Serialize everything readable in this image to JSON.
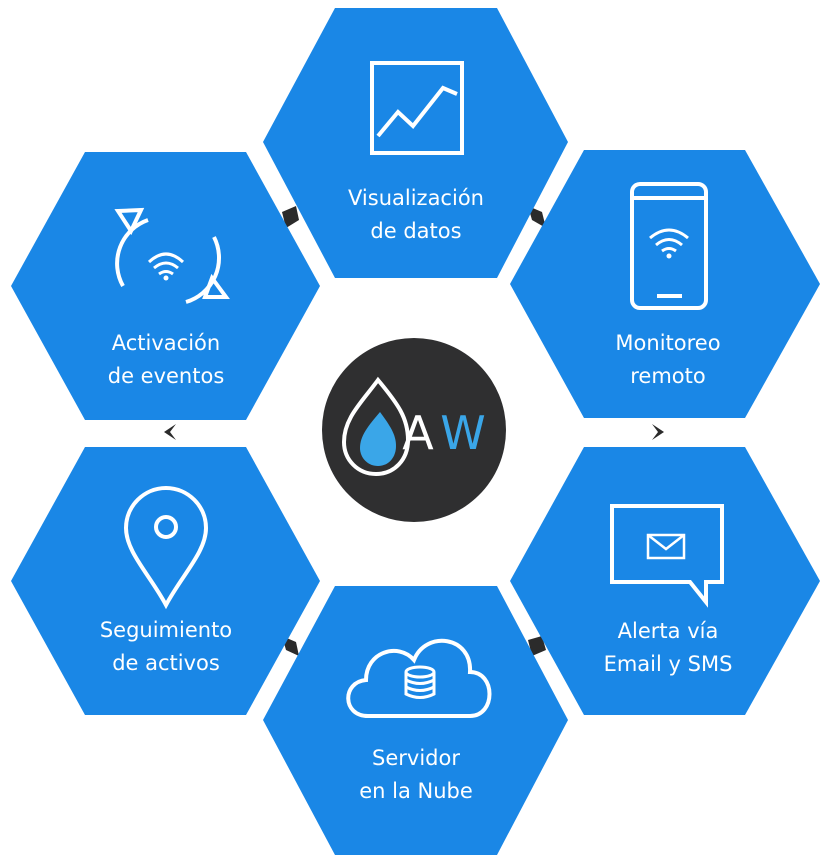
{
  "colors": {
    "hex_blue": "#1a87e6",
    "connector": "#2b2b2b",
    "logo_bg": "#2f2f30",
    "logo_drop": "#3aa6e8",
    "icon_stroke": "#ffffff"
  },
  "logo": {
    "letter_a": "A",
    "letter_w": "W"
  },
  "nodes": [
    {
      "id": "visualization",
      "icon": "line-chart-icon",
      "lines": [
        "Visualización",
        "de datos"
      ]
    },
    {
      "id": "monitoring",
      "icon": "smartphone-wifi-icon",
      "lines": [
        "Monitoreo",
        "remoto"
      ]
    },
    {
      "id": "alerts",
      "icon": "email-message-icon",
      "lines": [
        "Alerta vía",
        "Email y SMS"
      ]
    },
    {
      "id": "cloud-server",
      "icon": "cloud-database-icon",
      "lines": [
        "Servidor",
        "en la Nube"
      ]
    },
    {
      "id": "asset-tracking",
      "icon": "map-pin-icon",
      "lines": [
        "Seguimiento",
        "de activos"
      ]
    },
    {
      "id": "event-trigger",
      "icon": "sync-wifi-icon",
      "lines": [
        "Activación",
        "de eventos"
      ]
    }
  ]
}
